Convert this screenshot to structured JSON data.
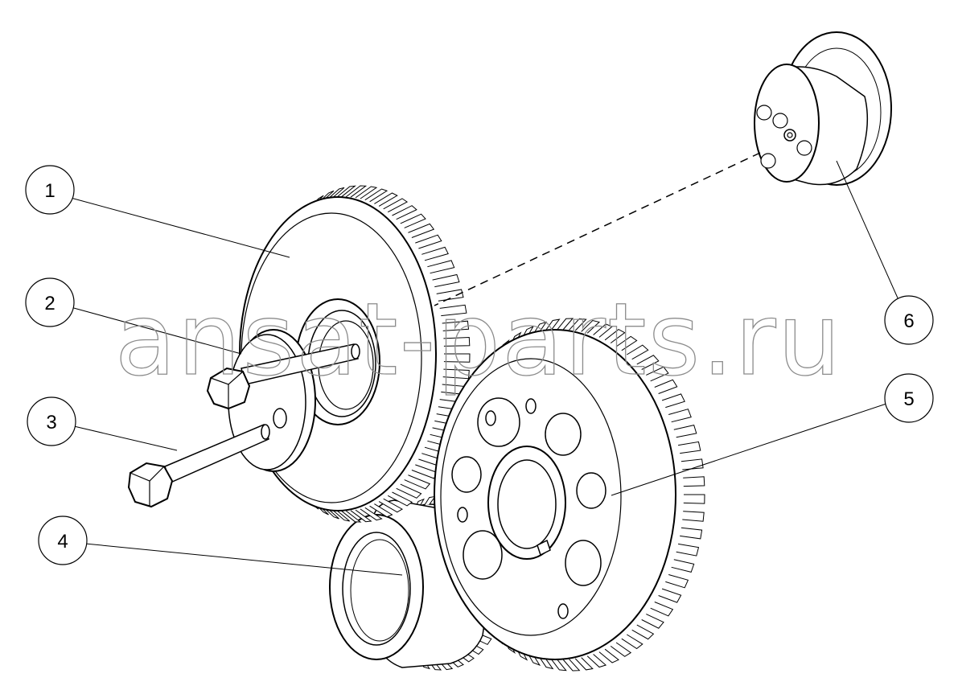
{
  "watermark": "ansat-parts.ru",
  "colors": {
    "line": "#000000",
    "background": "#ffffff",
    "watermark_stroke": "#8c8c8c"
  },
  "callouts": [
    {
      "label": "1",
      "part": "idler-gear-large"
    },
    {
      "label": "2",
      "part": "thrust-washer"
    },
    {
      "label": "3",
      "part": "bolt"
    },
    {
      "label": "4",
      "part": "crankshaft-gear"
    },
    {
      "label": "5",
      "part": "idler-gear-medium"
    },
    {
      "label": "6",
      "part": "idler-hub"
    }
  ]
}
